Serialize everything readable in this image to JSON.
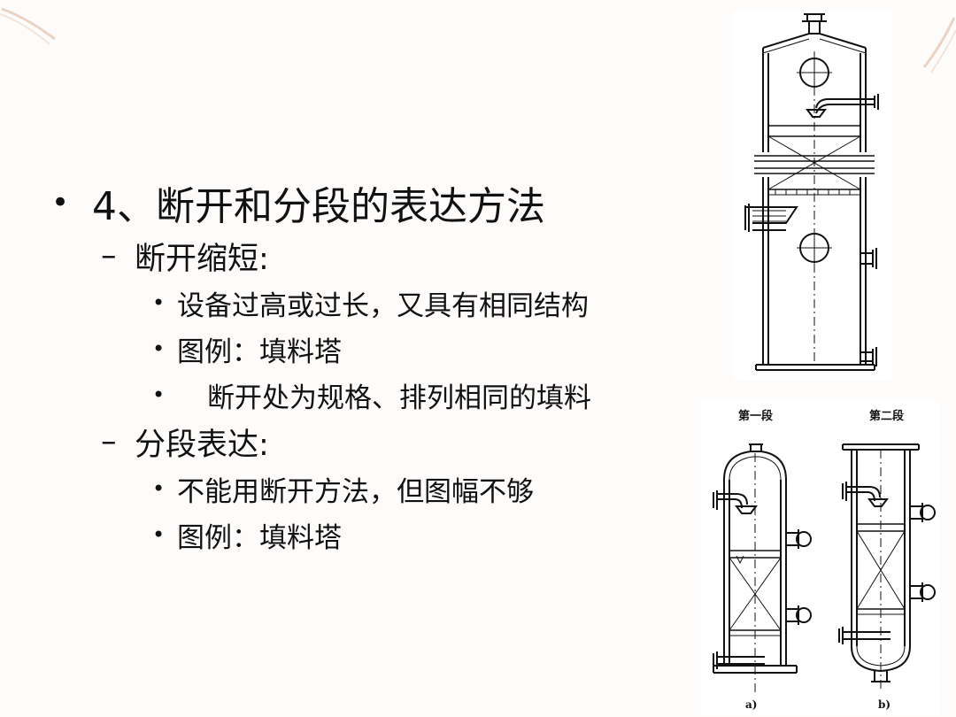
{
  "bullets": [
    {
      "level": 1,
      "mark": "•",
      "text": "4、断开和分段的表达方法"
    },
    {
      "level": 2,
      "mark": "–",
      "text": "断开缩短:"
    },
    {
      "level": 3,
      "mark": "•",
      "text": "设备过高或过长，又具有相同结构"
    },
    {
      "level": 3,
      "mark": "•",
      "text": "图例：填料塔"
    },
    {
      "level": 3,
      "mark": "•",
      "text": "断开处为规格、排列相同的填料",
      "indent": true
    },
    {
      "level": 2,
      "mark": "–",
      "text": "分段表达:"
    },
    {
      "level": 3,
      "mark": "•",
      "text": "不能用断开方法，但图幅不够"
    },
    {
      "level": 3,
      "mark": "•",
      "text": "图例：填料塔"
    }
  ],
  "figure": {
    "section_a_title": "第一段",
    "section_b_title": "第二段",
    "label_a": "a)",
    "label_b": "b)"
  }
}
